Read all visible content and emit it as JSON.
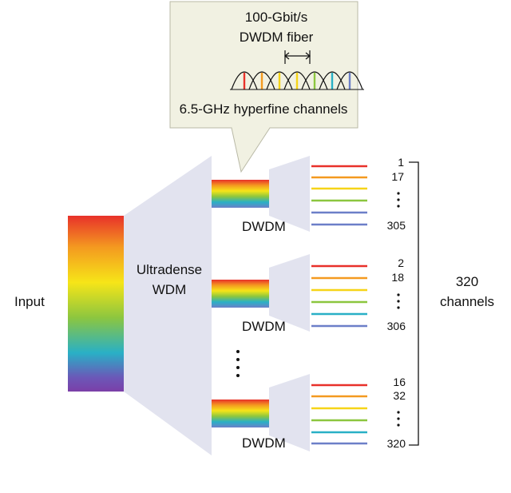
{
  "callout": {
    "line1": "100-Gbit/s",
    "line2": "DWDM fiber",
    "caption": "6.5-GHz hyperfine channels"
  },
  "input_label": "Input",
  "udwdm_label_line1": "Ultradense",
  "udwdm_label_line2": "WDM",
  "dwdm_label": "DWDM",
  "total": {
    "line1": "320",
    "line2": "channels"
  },
  "groups": [
    {
      "top": "1",
      "second": "17",
      "bottom": "305"
    },
    {
      "top": "2",
      "second": "18",
      "bottom": "306"
    },
    {
      "top": "16",
      "second": "32",
      "bottom": "320"
    }
  ],
  "colors": {
    "callout_bg": "#f1f1e2",
    "wdm_fill": "#e2e3ef",
    "channel_colors": [
      "#e8312a",
      "#f49a20",
      "#f6d418",
      "#8cc63f",
      "#29b0c6",
      "#6c7fc8"
    ]
  }
}
